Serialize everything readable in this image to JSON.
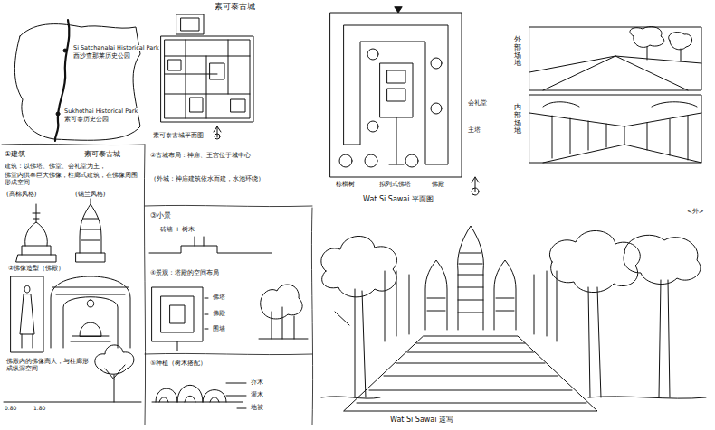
{
  "diagram": {
    "labels": [
      "素可泰古城",
      "Si Satchanalai Historical Park",
      "西沙查那莱历史公园",
      "Sukhothai Historical Park",
      "素可泰历史公园",
      "素可泰古城平面图",
      "①建筑",
      "素可泰古城",
      "建筑：以佛塔、佛堂、会礼堂为主，",
      "佛堂内供奉巨大佛像，柱廊式建筑，在佛像周围形成空间",
      "(高棉风格)",
      "(锡兰风格)",
      "②佛像造型（佛殿）",
      "佛殿内的佛像高大，与柱廊形成纵深空间",
      "0.80",
      "1.80",
      "②古城布局：神庙、王宫位于城中心",
      "（外城：神庙建筑依水而建，水池环绕）",
      "③小景",
      "砖墙 + 树木",
      "④景观：塔殿的空间布局",
      "佛塔",
      "佛殿",
      "围墙",
      "⑤种植（树木搭配）",
      "乔木",
      "灌木",
      "地被",
      "棕榈树",
      "拟列式佛塔",
      "佛殿",
      "Wat Si Sawai 平面图",
      "会礼堂",
      "主塔",
      "外部场地",
      "内部场地",
      "<外>",
      "Wat Si Sawai 速写"
    ]
  }
}
